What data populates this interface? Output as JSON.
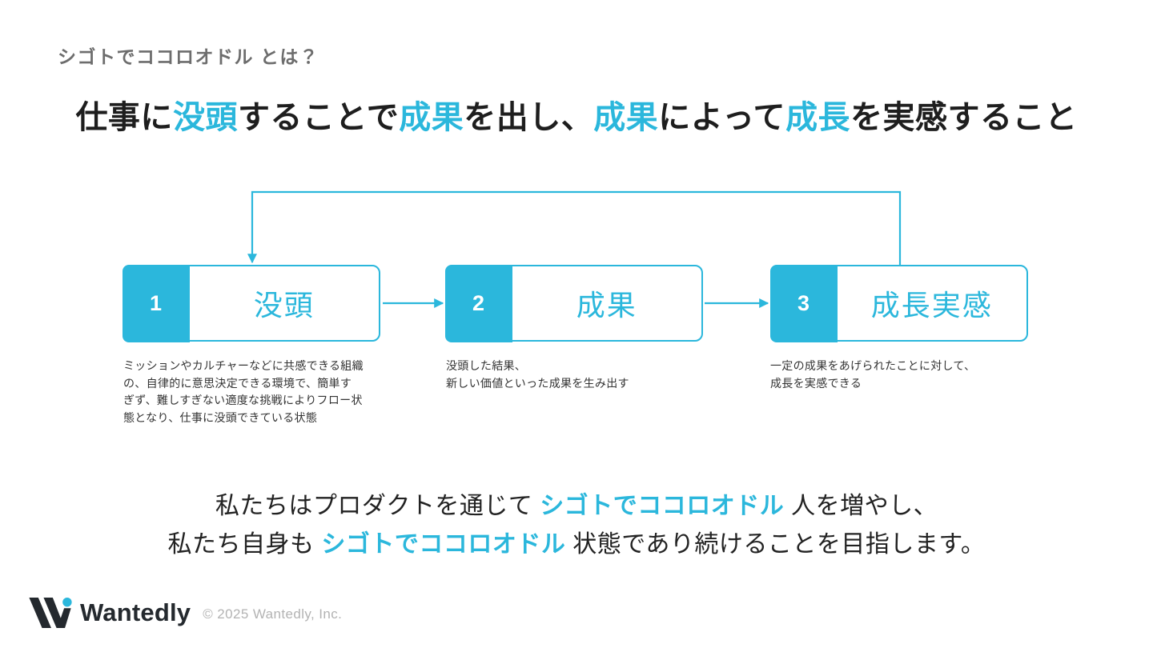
{
  "colors": {
    "accent": "#2BB7DC",
    "title_text": "#1E1E1E",
    "eyebrow_text": "#6D6D6D",
    "description_text": "#333333",
    "closing_text": "#222222",
    "copyright_text": "#B3B3B3",
    "logotype_text": "#24292E",
    "step_number_text": "#FFFFFF",
    "box_background": "#FFFFFF"
  },
  "eyebrow": "シゴトでココロオドル とは？",
  "title_segments": [
    {
      "text": "仕事に",
      "highlight": false
    },
    {
      "text": "没頭",
      "highlight": true
    },
    {
      "text": "することで",
      "highlight": false
    },
    {
      "text": "成果",
      "highlight": true
    },
    {
      "text": "を出し、",
      "highlight": false
    },
    {
      "text": "成果",
      "highlight": true
    },
    {
      "text": "によって",
      "highlight": false
    },
    {
      "text": "成長",
      "highlight": true
    },
    {
      "text": "を実感すること",
      "highlight": false
    }
  ],
  "diagram": {
    "steps": [
      {
        "number": "1",
        "label": "没頭",
        "description": "ミッションやカルチャーなどに共感できる組織\nの、自律的に意思決定できる環境で、簡単す\nぎず、難しすぎない適度な挑戦によりフロー状\n態となり、仕事に没頭できている状態"
      },
      {
        "number": "2",
        "label": "成果",
        "description": "没頭した結果、\n新しい価値といった成果を生み出す"
      },
      {
        "number": "3",
        "label": "成長実感",
        "description": "一定の成果をあげられたことに対して、\n成長を実感できる"
      }
    ]
  },
  "closing": {
    "line1": [
      {
        "text": "私たちはプロダクトを通じて ",
        "highlight": false
      },
      {
        "text": "シゴトでココロオドル",
        "highlight": true
      },
      {
        "text": " 人を増やし、",
        "highlight": false
      }
    ],
    "line2": [
      {
        "text": "私たち自身も ",
        "highlight": false
      },
      {
        "text": "シゴトでココロオドル",
        "highlight": true
      },
      {
        "text": " 状態であり続けることを目指します。",
        "highlight": false
      }
    ]
  },
  "footer": {
    "logo_text": "Wantedly",
    "copyright": "© 2025 Wantedly, Inc."
  }
}
